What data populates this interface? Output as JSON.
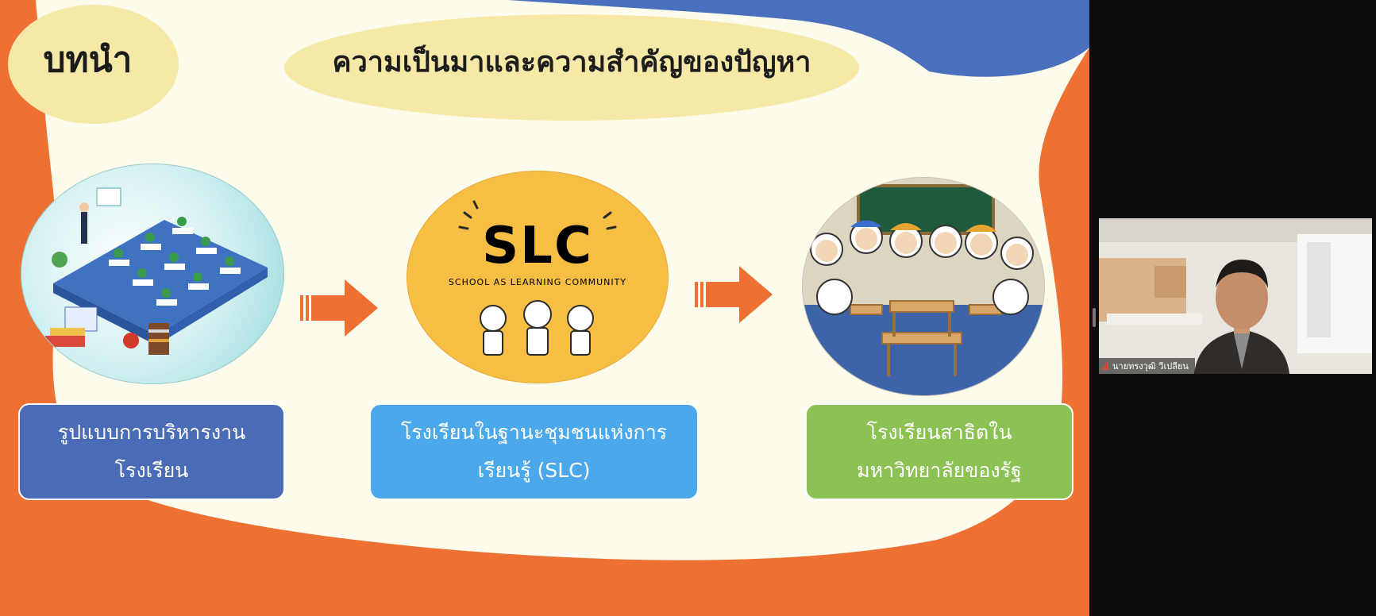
{
  "slide": {
    "badge_label": "บทนำ",
    "title": "ความเป็นมาและความสำคัญของปัญหา",
    "steps": [
      {
        "line1": "รูปแบบการบริหารงาน",
        "line2": "โรงเรียน"
      },
      {
        "line1": "โรงเรียนในฐานะชุมชนแห่งการ",
        "line2": "เรียนรู้ (SLC)"
      },
      {
        "line1": "โรงเรียนสาธิตใน",
        "line2": "มหาวิทยาลัยของรัฐ"
      }
    ],
    "slc_logo": {
      "title": "SLC",
      "subtitle": "SCHOOL AS LEARNING COMMUNITY"
    }
  },
  "video": {
    "participant_name": "นายทรงวุฒิ วีเปลียน",
    "signal_icon": "signal-bars-icon"
  },
  "colors": {
    "orange": "#ee7133",
    "cream": "#fdfbec",
    "blue_band": "#4a6fbd",
    "yellow_oval": "#f6e9a8",
    "caption_blue": "#4a6cb7",
    "caption_sky": "#4ba8ea",
    "caption_green": "#8cc153"
  }
}
